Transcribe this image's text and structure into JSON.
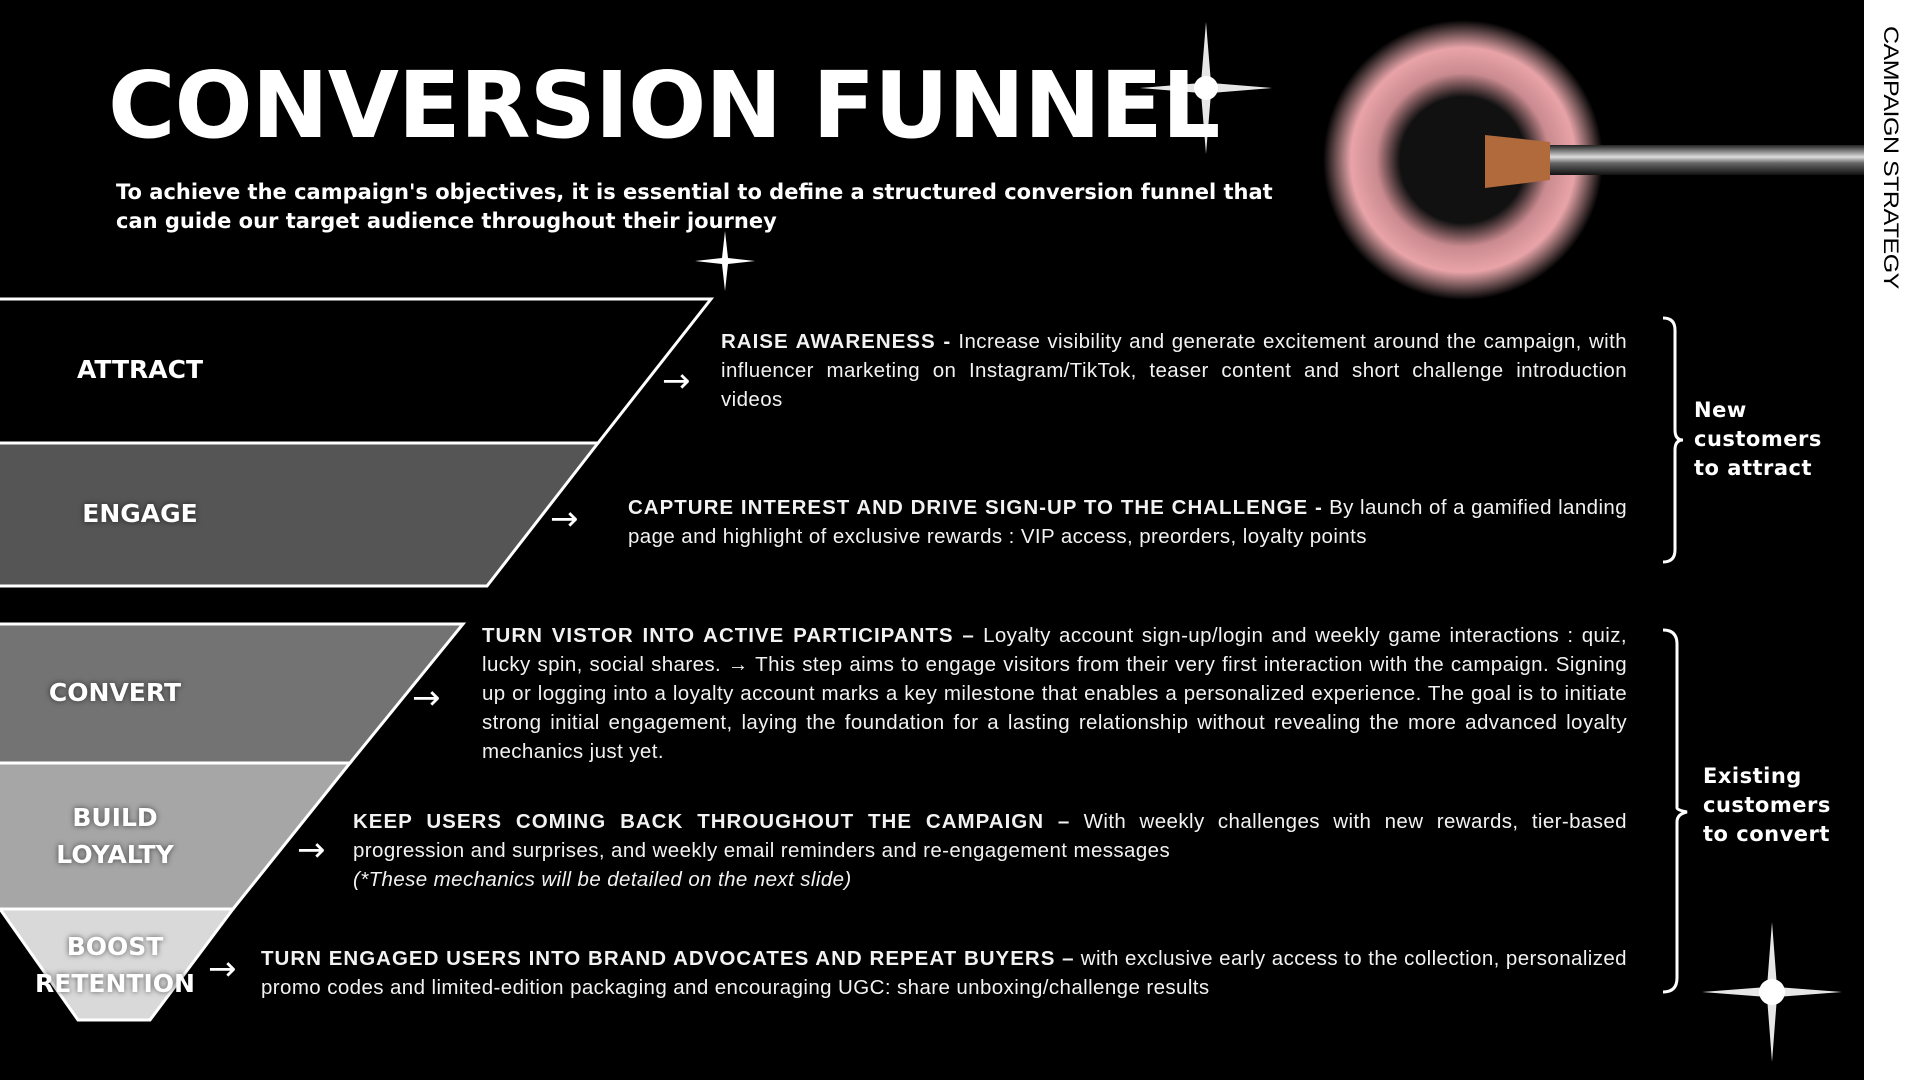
{
  "header": {
    "title": "CONVERSION FUNNEL",
    "subtitle": "To achieve the campaign's objectives, it is essential to define a structured conversion funnel that can guide our target audience throughout their journey"
  },
  "sidebar": {
    "label": "CAMPAIGN STRATEGY"
  },
  "colors": {
    "attract": "#000000",
    "engage": "#555555",
    "convert": "#737373",
    "build_loyalty": "#a6a6a6",
    "boost_retention": "#d9d9d9"
  },
  "stages": [
    {
      "label": "ATTRACT",
      "heading": "RAISE AWARENESS -",
      "text": " Increase visibility and generate excitement around the campaign, with influencer marketing on Instagram/TikTok, teaser content and short challenge introduction videos"
    },
    {
      "label": "ENGAGE",
      "heading": "CAPTURE INTEREST AND DRIVE SIGN-UP TO THE CHALLENGE -",
      "text": " By launch of a gamified landing page and highlight of exclusive rewards : VIP access, preorders, loyalty points"
    },
    {
      "label": "CONVERT",
      "heading": "TURN VISTOR INTO ACTIVE PARTICIPANTS –",
      "text": " Loyalty account sign-up/login and weekly game interactions : quiz, lucky spin, social shares. → This step aims to engage visitors from their very first interaction with the campaign. Signing up or logging into a loyalty account marks a key milestone that enables a personalized experience. The goal is to initiate strong initial engagement, laying the foundation for a lasting relationship without revealing the more advanced loyalty mechanics just yet."
    },
    {
      "label_line1": "BUILD",
      "label_line2": "LOYALTY",
      "heading": "KEEP USERS COMING BACK THROUGHOUT THE CAMPAIGN  –",
      "text": " With weekly challenges with new rewards, tier-based progression and surprises, and weekly email reminders and re-engagement messages",
      "note": "(*These mechanics will be detailed on the next slide)"
    },
    {
      "label_line1": "BOOST",
      "label_line2": "RETENTION",
      "heading": "TURN ENGAGED USERS INTO BRAND ADVOCATES AND REPEAT BUYERS –",
      "text": " with exclusive early access to the collection, personalized promo codes and limited-edition packaging and encouraging UGC: share unboxing/challenge results"
    }
  ],
  "groups": {
    "new": "New customers to attract",
    "existing": "Existing customers to convert"
  },
  "arrow": "→"
}
